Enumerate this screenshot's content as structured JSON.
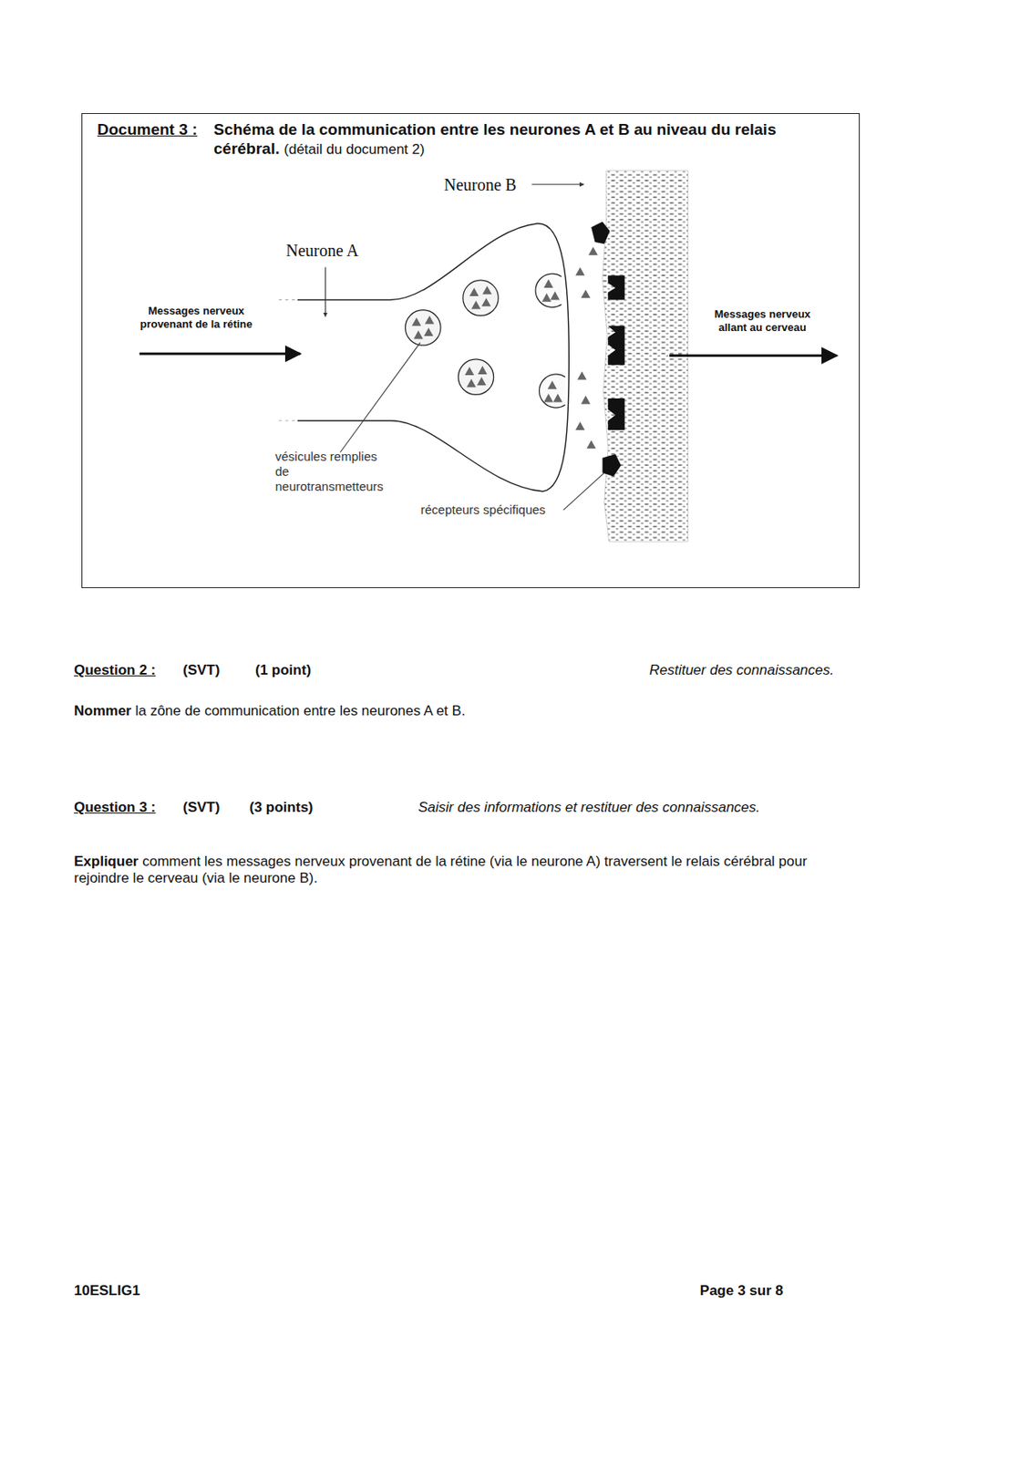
{
  "diagram": {
    "nodes": [
      {
        "text": [
          "Document 3 :",
          "Schéma de la communication entre les neurones A et B au niveau du relais cérébral.",
          "(détail du document 2)"
        ]
      }
    ],
    "labels": [
      "Neurone B",
      "Neurone A",
      "Messages nerveux provenant de la rétine",
      "Messages nerveux allant au cerveau",
      "vésicules remplies de neurotransmetteurs",
      "récepteurs spécifiques",
      "Question 2 :",
      "(SVT)",
      "(1 point)",
      "Restituer des connaissances.",
      "Nommer",
      "la zône de communication entre les neurones A et B.",
      "Question 3 :",
      "(SVT)",
      "(3 points)",
      "Saisir des informations et restituer des connaissances.",
      "Expliquer",
      "comment les messages nerveux provenant de la rétine (via le neurone A) traversent le relais cérébral pour rejoindre le cerveau (via le neurone B).",
      "10ESLIG1",
      "Page 3 sur 8"
    ]
  }
}
